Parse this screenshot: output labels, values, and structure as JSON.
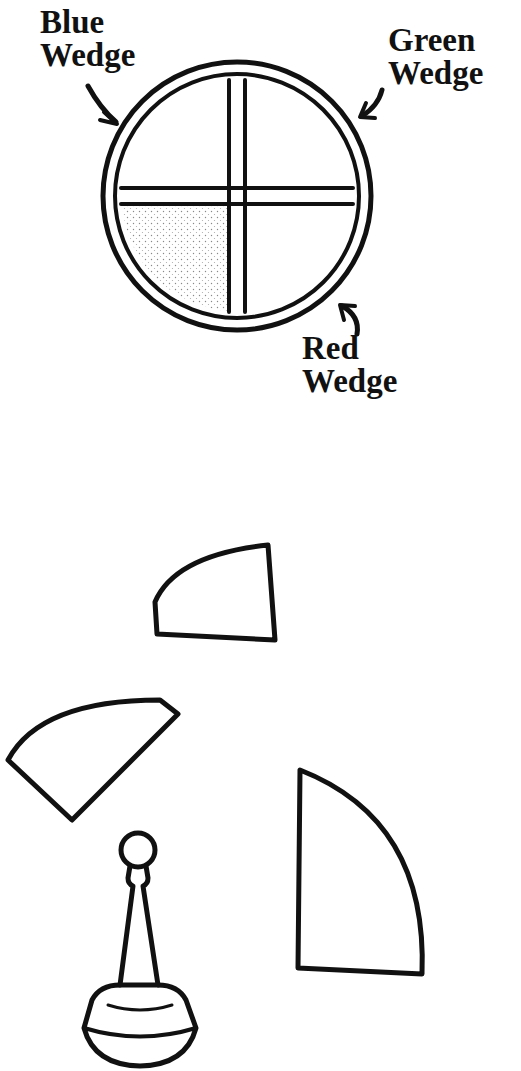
{
  "diagram": {
    "labels": [
      "Blue Wedge",
      "Green Wedge",
      "Red Wedge"
    ]
  }
}
